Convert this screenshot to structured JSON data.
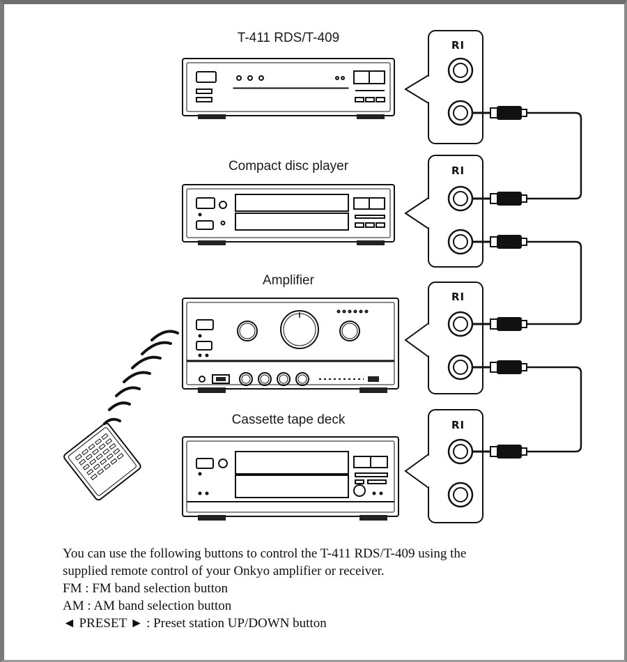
{
  "devices": [
    {
      "key": "tuner",
      "label": "T-411 RDS/T-409"
    },
    {
      "key": "cd",
      "label": "Compact disc player"
    },
    {
      "key": "amp",
      "label": "Amplifier"
    },
    {
      "key": "tape",
      "label": "Cassette tape deck"
    }
  ],
  "jack_label": "RI",
  "notes": {
    "intro": "You can use the following buttons to control the T-411 RDS/T-409 using the",
    "intro2": "supplied remote control of your Onkyo amplifier or receiver.",
    "fm": "FM   : FM band selection button",
    "am": "AM  : AM band selection button",
    "preset": "◄ PRESET ► : Preset station UP/DOWN button"
  }
}
